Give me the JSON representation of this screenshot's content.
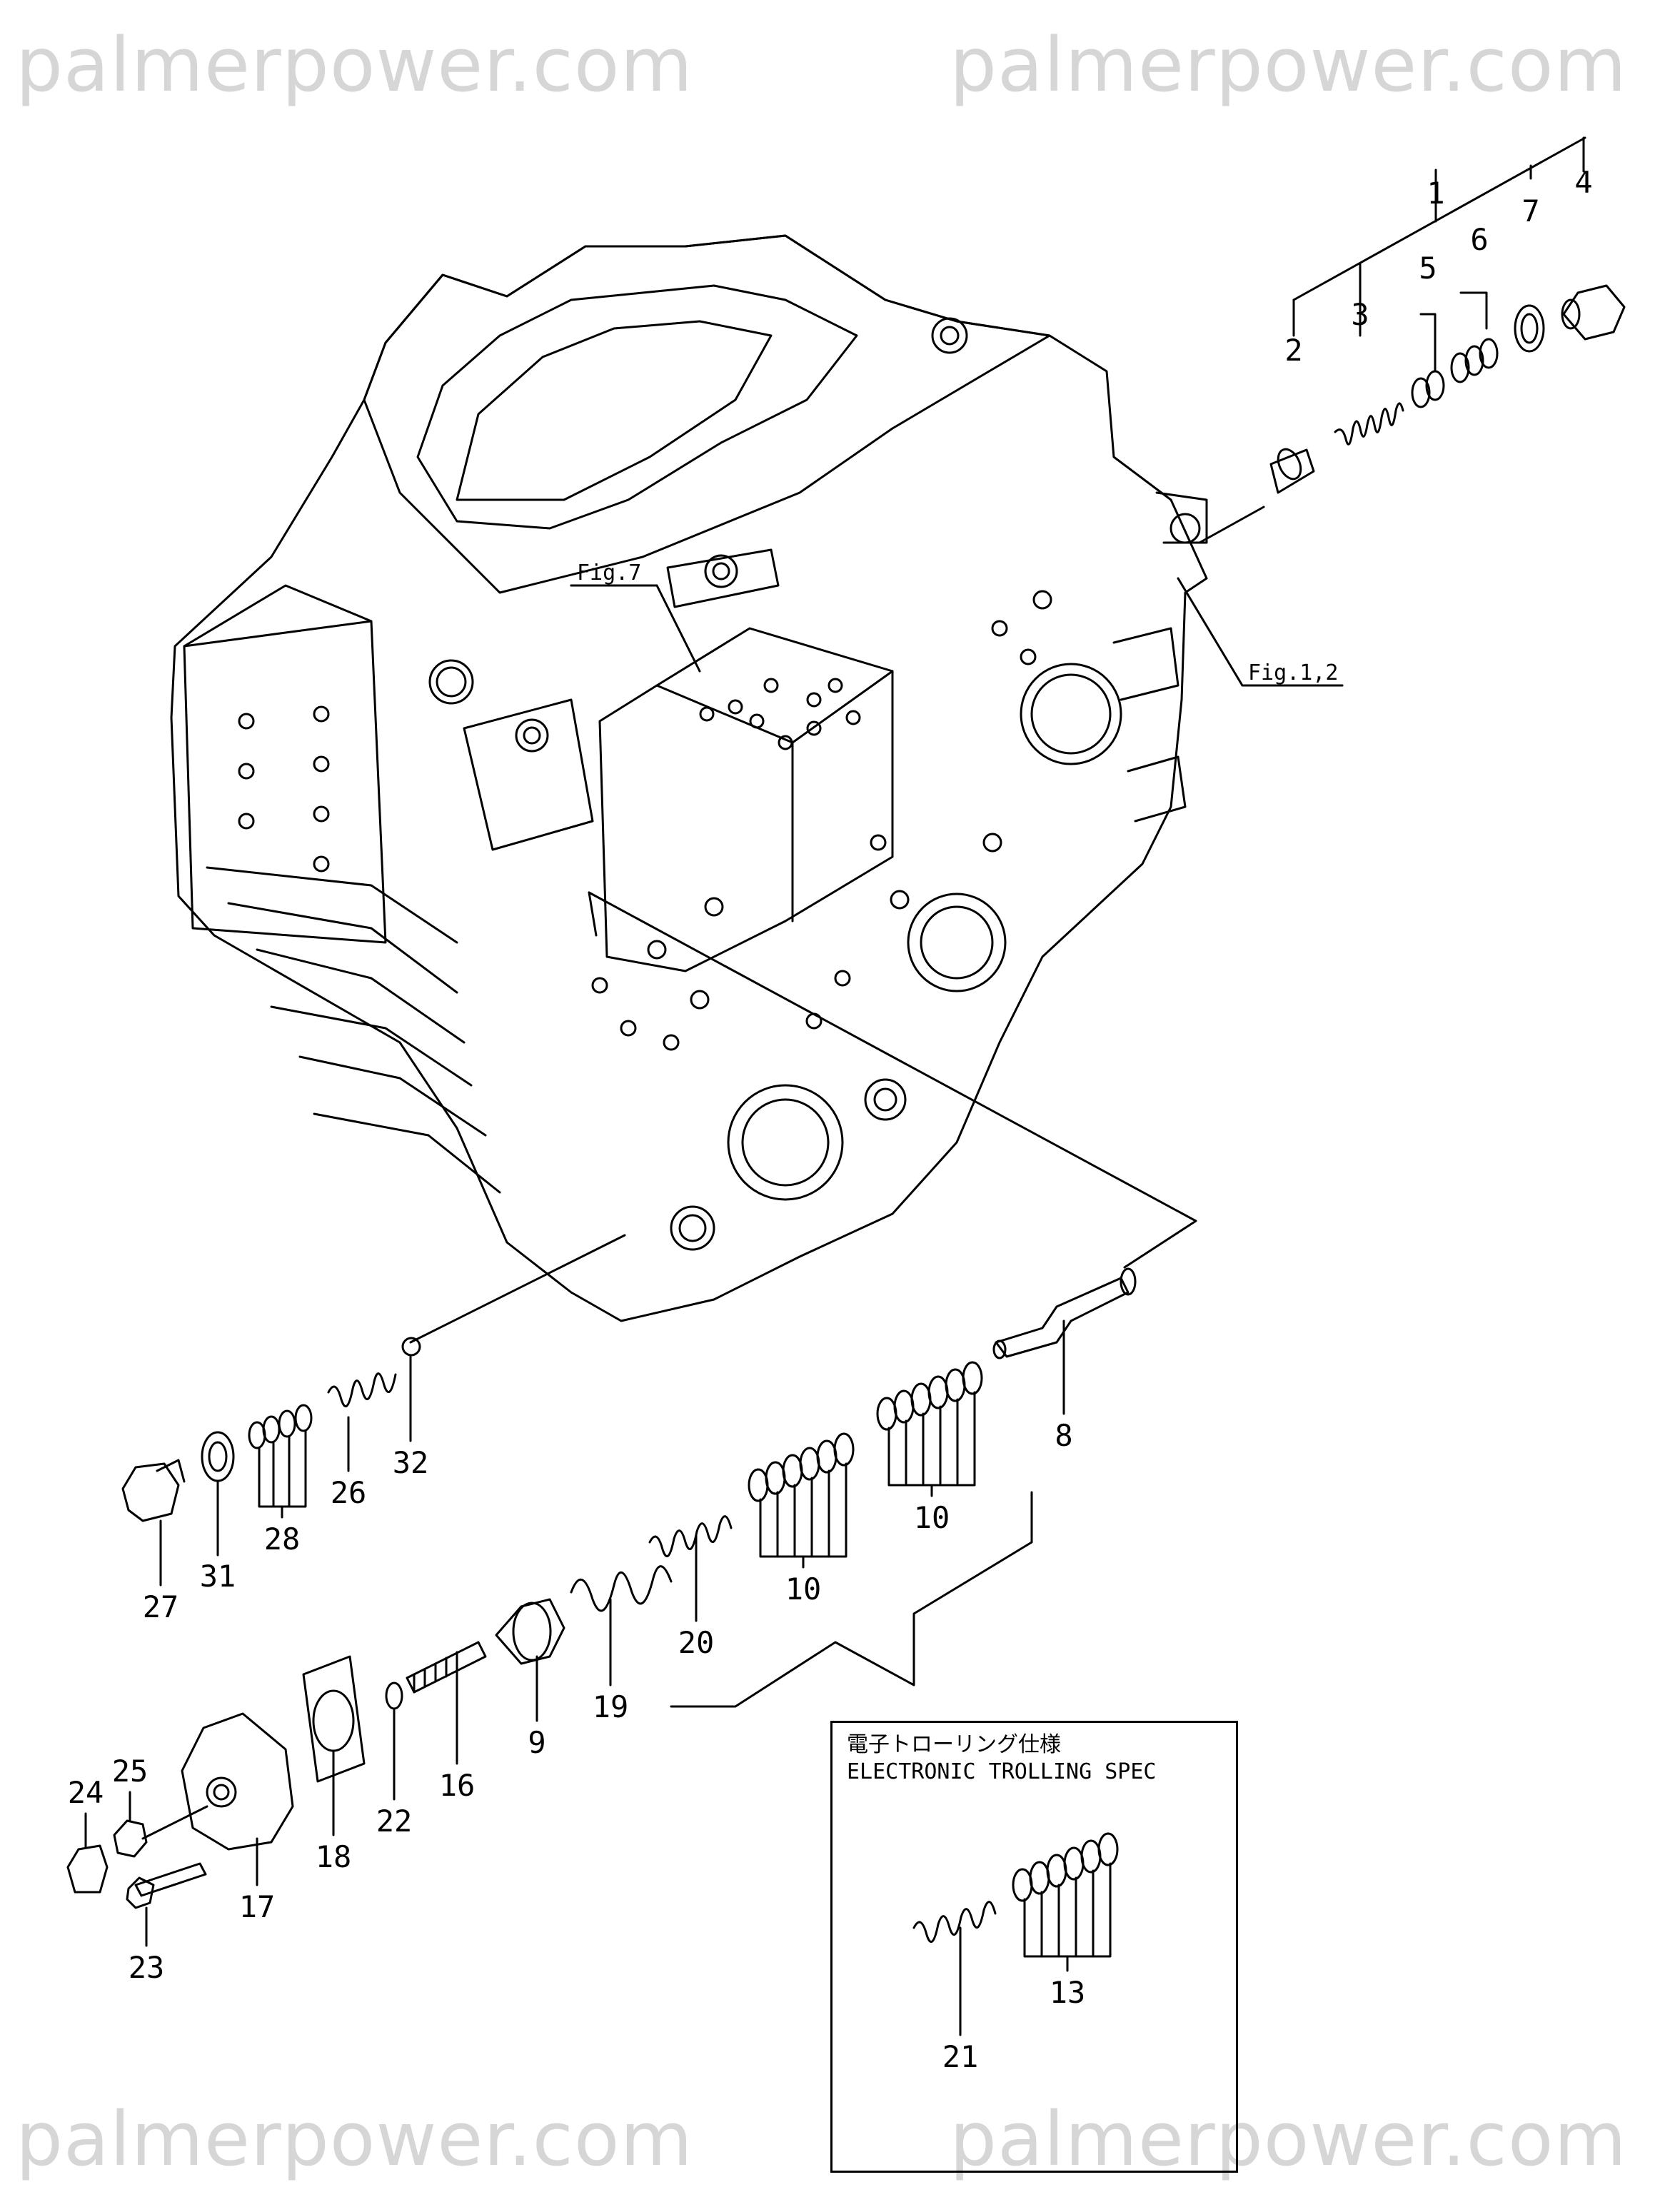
{
  "watermark": "palmerpower.com",
  "callouts": [
    "1",
    "2",
    "3",
    "4",
    "5",
    "6",
    "7",
    "8",
    "9",
    "10",
    "10",
    "13",
    "16",
    "17",
    "18",
    "19",
    "20",
    "21",
    "22",
    "23",
    "24",
    "25",
    "26",
    "27",
    "28",
    "31",
    "32"
  ],
  "fig_refs": {
    "fig7": "Fig.7",
    "fig12": "Fig.1,2"
  },
  "spec_box": {
    "title_jp": "電子トローリング仕様",
    "title_en": "ELECTRONIC TROLLING SPEC"
  }
}
